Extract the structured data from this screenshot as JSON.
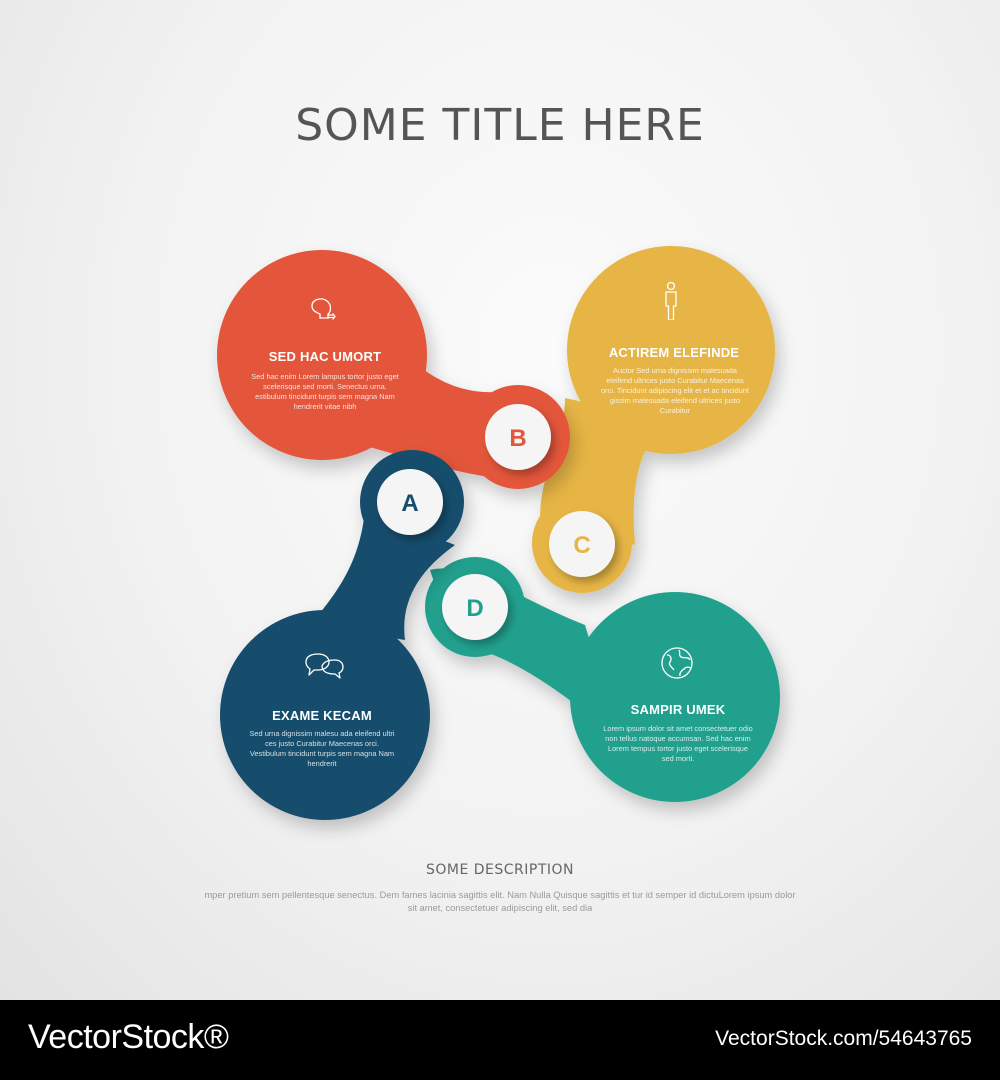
{
  "title": "SOME TITLE HERE",
  "colors": {
    "orange": "#e3573a",
    "yellow": "#e6b544",
    "navy": "#154e6c",
    "teal": "#22a08e",
    "badge": "#f5f5f5"
  },
  "steps": [
    {
      "letter": "B",
      "title": "SED HAC UMORT",
      "text": "Sed hac enim Lorem lampus tortor justo eget scelerisque sed morti. Senectus urna. estibulum tincidunt turpis sem magna Nam hendrerit vitae nibh",
      "icon": "lightbulb-icon",
      "color": "#e3573a"
    },
    {
      "letter": "C",
      "title": "ACTIREM ELEFINDE",
      "text": "Auctor Sed uma dignissim malesuada eleifend ultrices justo Curabitur Maecenas orci. Tincidunt adipiscing elit et et ac tincidunt gissim malesuada eleifend ultrices justo Curabitur",
      "icon": "person-icon",
      "color": "#e6b544"
    },
    {
      "letter": "A",
      "title": "EXAME KECAM",
      "text": "Sed urna dignissim malesu ada eleifend ultri ces justo Curabitur Maecenas orci. Vestibulum tincidunt turpis sem magna Nam hendrerit",
      "icon": "chat-bubbles-icon",
      "color": "#154e6c"
    },
    {
      "letter": "D",
      "title": "SAMPIR UMEK",
      "text": "Lorem ipsum dolor sit amet consectetuer odio non tellus natoque accumsan. Sed hac enim Lorem tempus tortor justo eget scelerisque sed morti.",
      "icon": "globe-icon",
      "color": "#22a08e"
    }
  ],
  "description": {
    "title": "SOME DESCRIPTION",
    "text": "mper pretium sem pellentesque senectus. Dem fames lacinia sagittis elit. Nam Nulla Quisque sagittis et tur id semper id dictuLorem ipsum dolor sit amet, consectetuer adipiscing elit, sed dia"
  },
  "footer": {
    "brand": "VectorStock®",
    "id": "VectorStock.com/54643765"
  }
}
